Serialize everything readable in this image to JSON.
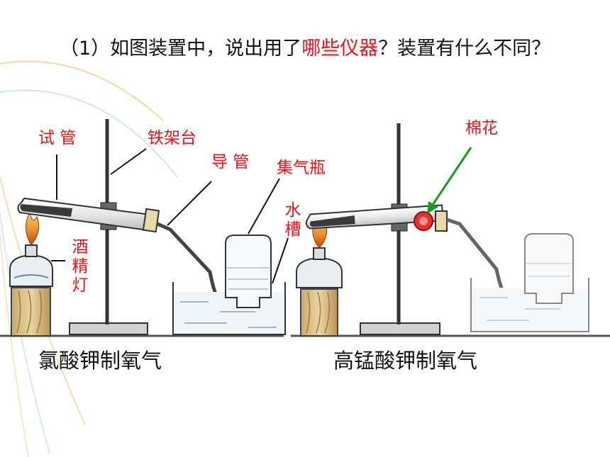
{
  "question": {
    "prefix": "（1）如图装置中，说出用了",
    "highlight": "哪些仪器",
    "suffix": "？装置有什么不同？"
  },
  "labels": {
    "test_tube": "试 管",
    "iron_stand": "铁架台",
    "delivery_tube": "导 管",
    "gas_bottle": "集气瓶",
    "water_trough": "水槽",
    "alcohol_lamp": "酒精灯",
    "cotton": "棉花"
  },
  "captions": {
    "left": "氯酸钾制氧气",
    "right": "高锰酸钾制氧气"
  },
  "colors": {
    "label_red": "#e4161c",
    "arrow_green": "#1a9a1a",
    "cotton_red": "#e83030"
  }
}
